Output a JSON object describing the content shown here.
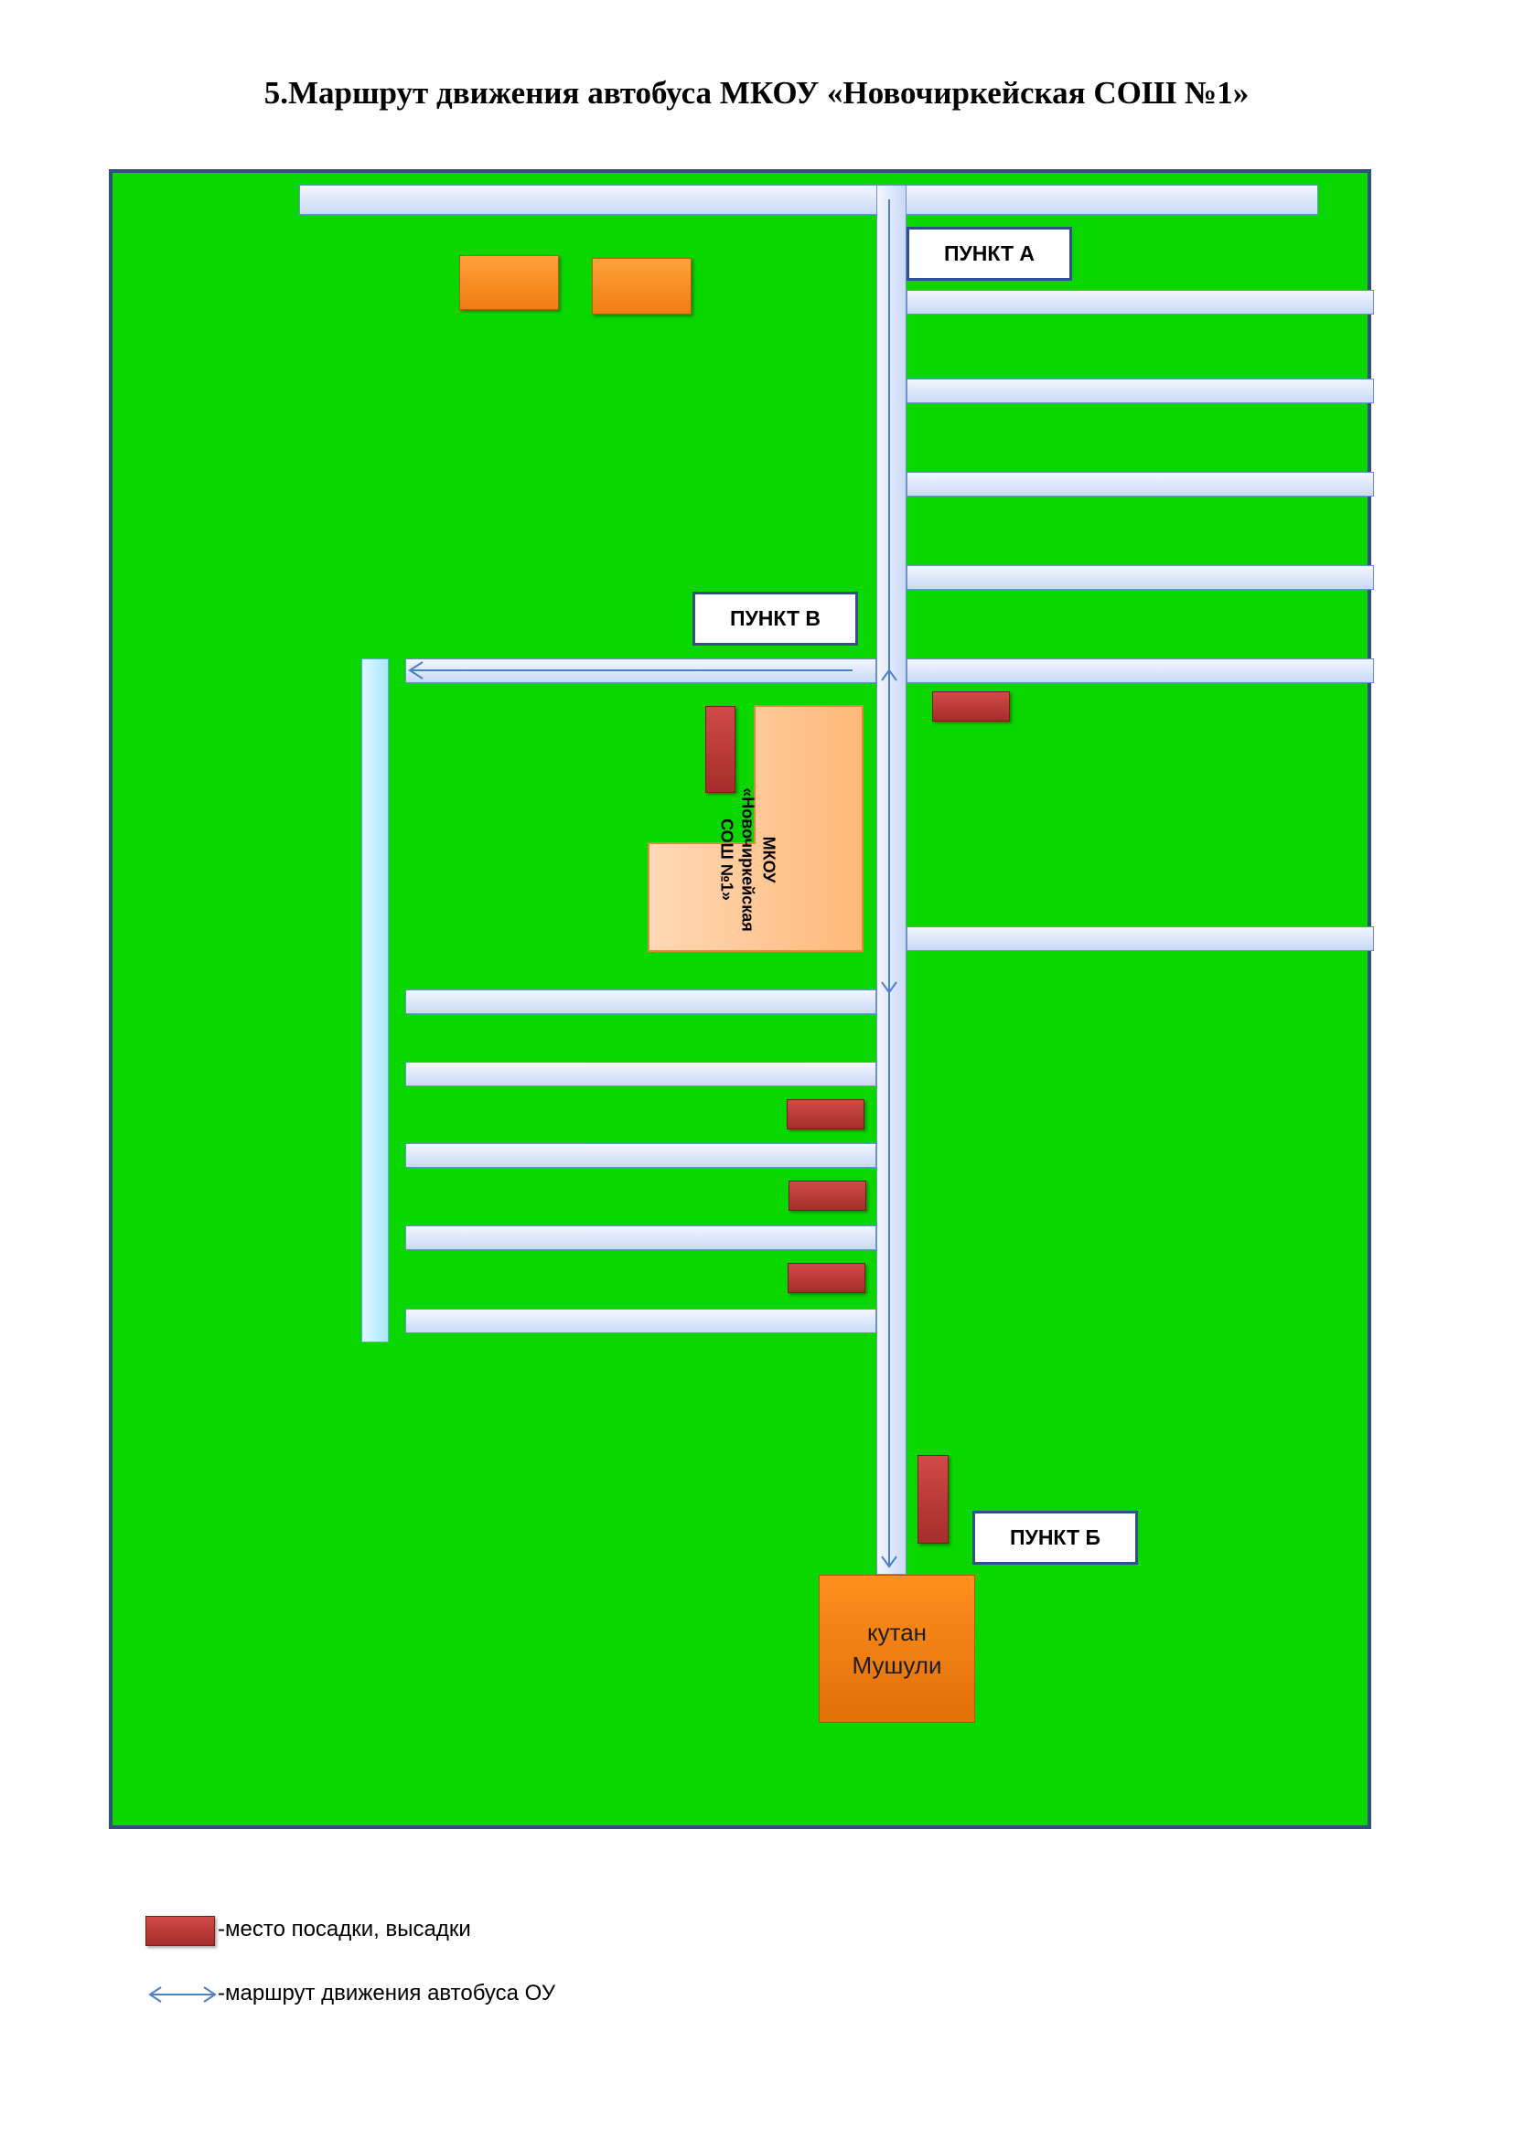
{
  "page": {
    "title": "5.Маршрут  движения автобуса МКОУ «Новочиркейская СОШ №1»"
  },
  "map": {
    "labels": {
      "point_a": "ПУНКТ А",
      "point_b": "ПУНКТ  Б",
      "point_v": "ПУНКТ В"
    },
    "school_lines": [
      "МКОУ",
      "«Новочиркейская",
      "СОШ №1»"
    ],
    "kutan_lines": [
      "кутан",
      "Мушули"
    ],
    "colors": {
      "ground": "#0ad600",
      "road": "#c9d9f5",
      "road_outline": "#6f8fc8",
      "building": "#f58a1f",
      "stop": "#b83735",
      "route_arrow": "#4f7fc8"
    }
  },
  "legend": {
    "stop_label": "-место  посадки, высадки",
    "route_label": "-маршрут движения автобуса ОУ"
  }
}
